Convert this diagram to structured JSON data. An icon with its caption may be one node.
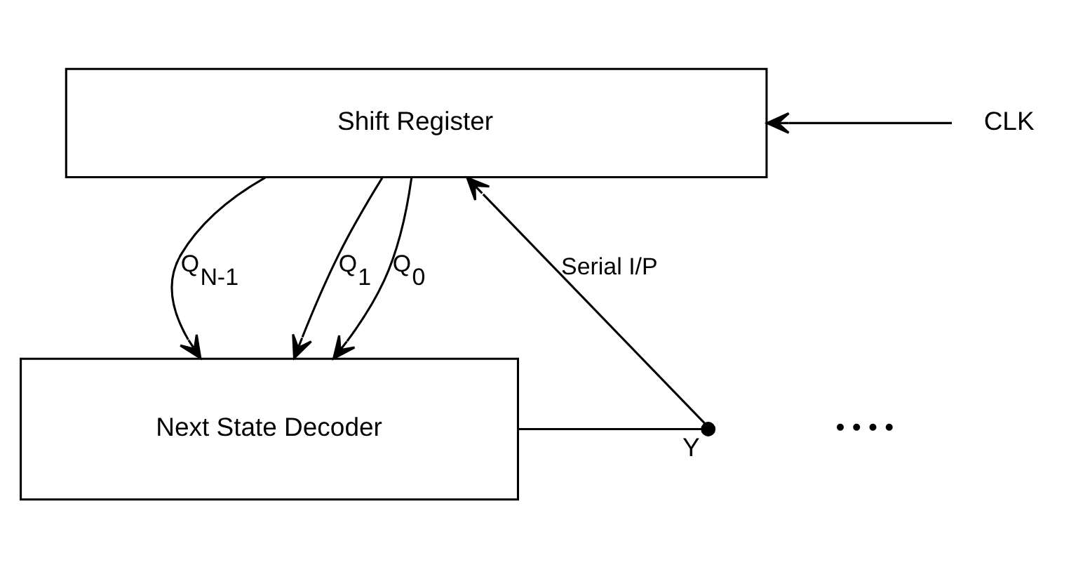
{
  "diagram": {
    "nodes": [
      {
        "text": [
          "Next State Decoder"
        ]
      },
      {
        "text": [
          "Shift Register"
        ]
      },
      {
        "text": [
          "Y"
        ]
      },
      {
        "text": [
          "CLK"
        ]
      }
    ],
    "edges": [
      {
        "from": 1,
        "to": 0,
        "arrow": "to",
        "label": "Q$_{N-1}$"
      },
      {
        "from": 1,
        "to": 0,
        "arrow": "to",
        "label": "Q$_{1}$"
      },
      {
        "from": 1,
        "to": 0,
        "arrow": "to",
        "label": "Q$_{0}$"
      },
      {
        "from": 0,
        "to": 2,
        "arrow": "none"
      },
      {
        "from": 2,
        "to": 1,
        "arrow": "to",
        "label": "Serial I/P"
      },
      {
        "from": 3,
        "to": 1,
        "arrow": "to"
      }
    ],
    "labels": [
      "• • • •"
    ]
  }
}
